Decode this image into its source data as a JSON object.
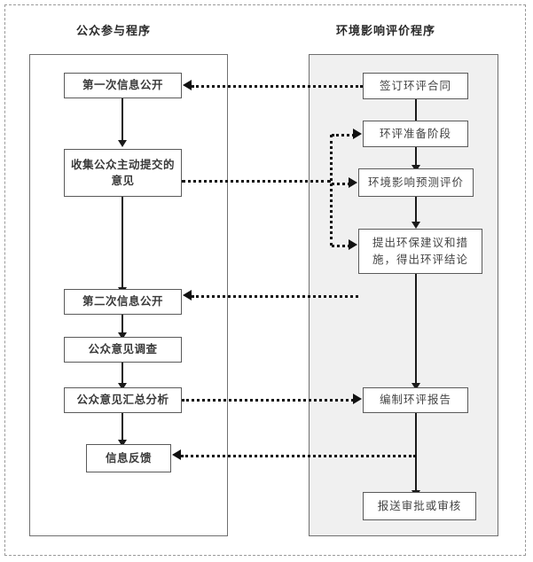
{
  "diagram": {
    "type": "flowchart",
    "lanes": [
      {
        "id": "public",
        "title": "公众参与程序",
        "background": "#ffffff"
      },
      {
        "id": "eia",
        "title": "环境影响评价程序",
        "background": "#f0f0f0"
      }
    ],
    "nodes": {
      "public": [
        {
          "id": "p1",
          "label": "第一次信息公开"
        },
        {
          "id": "p2",
          "label": "收集公众主动提交的意见"
        },
        {
          "id": "p3",
          "label": "第二次信息公开"
        },
        {
          "id": "p4",
          "label": "公众意见调查"
        },
        {
          "id": "p5",
          "label": "公众意见汇总分析"
        },
        {
          "id": "p6",
          "label": "信息反馈"
        }
      ],
      "eia": [
        {
          "id": "e1",
          "label": "签订环评合同"
        },
        {
          "id": "e2",
          "label": "环评准备阶段"
        },
        {
          "id": "e3",
          "label": "环境影响预测评价"
        },
        {
          "id": "e4",
          "label": "提出环保建议和措施，得出环评结论"
        },
        {
          "id": "e5",
          "label": "编制环评报告"
        },
        {
          "id": "e6",
          "label": "报送审批或审核"
        }
      ]
    },
    "edges": [
      {
        "from": "e1",
        "to": "p1",
        "style": "dotted",
        "direction": "left"
      },
      {
        "from": "p2",
        "to": "e2",
        "style": "dotted",
        "direction": "right"
      },
      {
        "from": "p2",
        "to": "e3",
        "style": "dotted",
        "direction": "right"
      },
      {
        "from": "p2",
        "to": "e4",
        "style": "dotted",
        "direction": "right"
      },
      {
        "from": "e4",
        "to": "p3",
        "style": "dotted",
        "direction": "left"
      },
      {
        "from": "p5",
        "to": "e5",
        "style": "dotted",
        "direction": "right"
      },
      {
        "from": "e5",
        "to": "p6",
        "style": "dotted",
        "direction": "left"
      },
      {
        "from": "p1",
        "to": "p2",
        "style": "solid",
        "direction": "down"
      },
      {
        "from": "p2",
        "to": "p3",
        "style": "solid",
        "direction": "down"
      },
      {
        "from": "p3",
        "to": "p4",
        "style": "solid",
        "direction": "down"
      },
      {
        "from": "p4",
        "to": "p5",
        "style": "solid",
        "direction": "down"
      },
      {
        "from": "p5",
        "to": "p6",
        "style": "solid",
        "direction": "down"
      },
      {
        "from": "e1",
        "to": "e2",
        "style": "solid",
        "direction": "down"
      },
      {
        "from": "e2",
        "to": "e3",
        "style": "solid",
        "direction": "down"
      },
      {
        "from": "e3",
        "to": "e4",
        "style": "solid",
        "direction": "down"
      },
      {
        "from": "e4",
        "to": "e5",
        "style": "solid",
        "direction": "down"
      },
      {
        "from": "e5",
        "to": "e6",
        "style": "solid",
        "direction": "down"
      }
    ],
    "colors": {
      "lane_border": "#6f6f6f",
      "node_border": "#5a5a5a",
      "connector": "#111111",
      "text": "#3a3a3a",
      "eia_lane_fill": "#f0f0f0"
    }
  }
}
